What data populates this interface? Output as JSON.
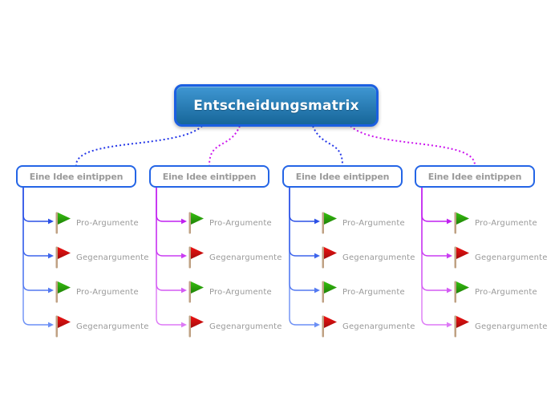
{
  "root": {
    "label": "Entscheidungsmatrix"
  },
  "children": [
    {
      "label": "Eine Idee eintippen",
      "color_name": "blue",
      "items": [
        {
          "type": "pro",
          "label": "Pro-Argumente"
        },
        {
          "type": "con",
          "label": "Gegenargumente"
        },
        {
          "type": "pro",
          "label": "Pro-Argumente"
        },
        {
          "type": "con",
          "label": "Gegenargumente"
        }
      ]
    },
    {
      "label": "Eine Idee eintippen",
      "color_name": "magenta",
      "items": [
        {
          "type": "pro",
          "label": "Pro-Argumente"
        },
        {
          "type": "con",
          "label": "Gegenargumente"
        },
        {
          "type": "pro",
          "label": "Pro-Argumente"
        },
        {
          "type": "con",
          "label": "Gegenargumente"
        }
      ]
    },
    {
      "label": "Eine Idee eintippen",
      "color_name": "blue",
      "items": [
        {
          "type": "pro",
          "label": "Pro-Argumente"
        },
        {
          "type": "con",
          "label": "Gegenargumente"
        },
        {
          "type": "pro",
          "label": "Pro-Argumente"
        },
        {
          "type": "con",
          "label": "Gegenargumente"
        }
      ]
    },
    {
      "label": "Eine Idee eintippen",
      "color_name": "magenta",
      "items": [
        {
          "type": "pro",
          "label": "Pro-Argumente"
        },
        {
          "type": "con",
          "label": "Gegenargumente"
        },
        {
          "type": "pro",
          "label": "Pro-Argumente"
        },
        {
          "type": "con",
          "label": "Gegenargumente"
        }
      ]
    }
  ],
  "colors": {
    "root_border": "#1b5fe1",
    "root_gradient_top": "#3f97d3",
    "root_gradient_bottom": "#176699",
    "root_text": "#ffffff",
    "blue_border": "#2465e6",
    "magenta_border": "#bb1fe8",
    "node_text": "#9a9a9a",
    "item_text": "#999999",
    "blue_link": "#2336e8",
    "magenta_link": "#cc17ee",
    "blue_branches": [
      "#2b50e6",
      "#3d64ec",
      "#5379f1",
      "#6b8ff5"
    ],
    "magenta_branches": [
      "#c120f0",
      "#ca3df2",
      "#d45bf4",
      "#dd79f6"
    ],
    "flag_green": "#36bf10",
    "flag_green_dark": "#1f8207",
    "flag_red": "#ef1111",
    "flag_red_dark": "#a30c0c",
    "flag_pole": "#bfa183"
  }
}
